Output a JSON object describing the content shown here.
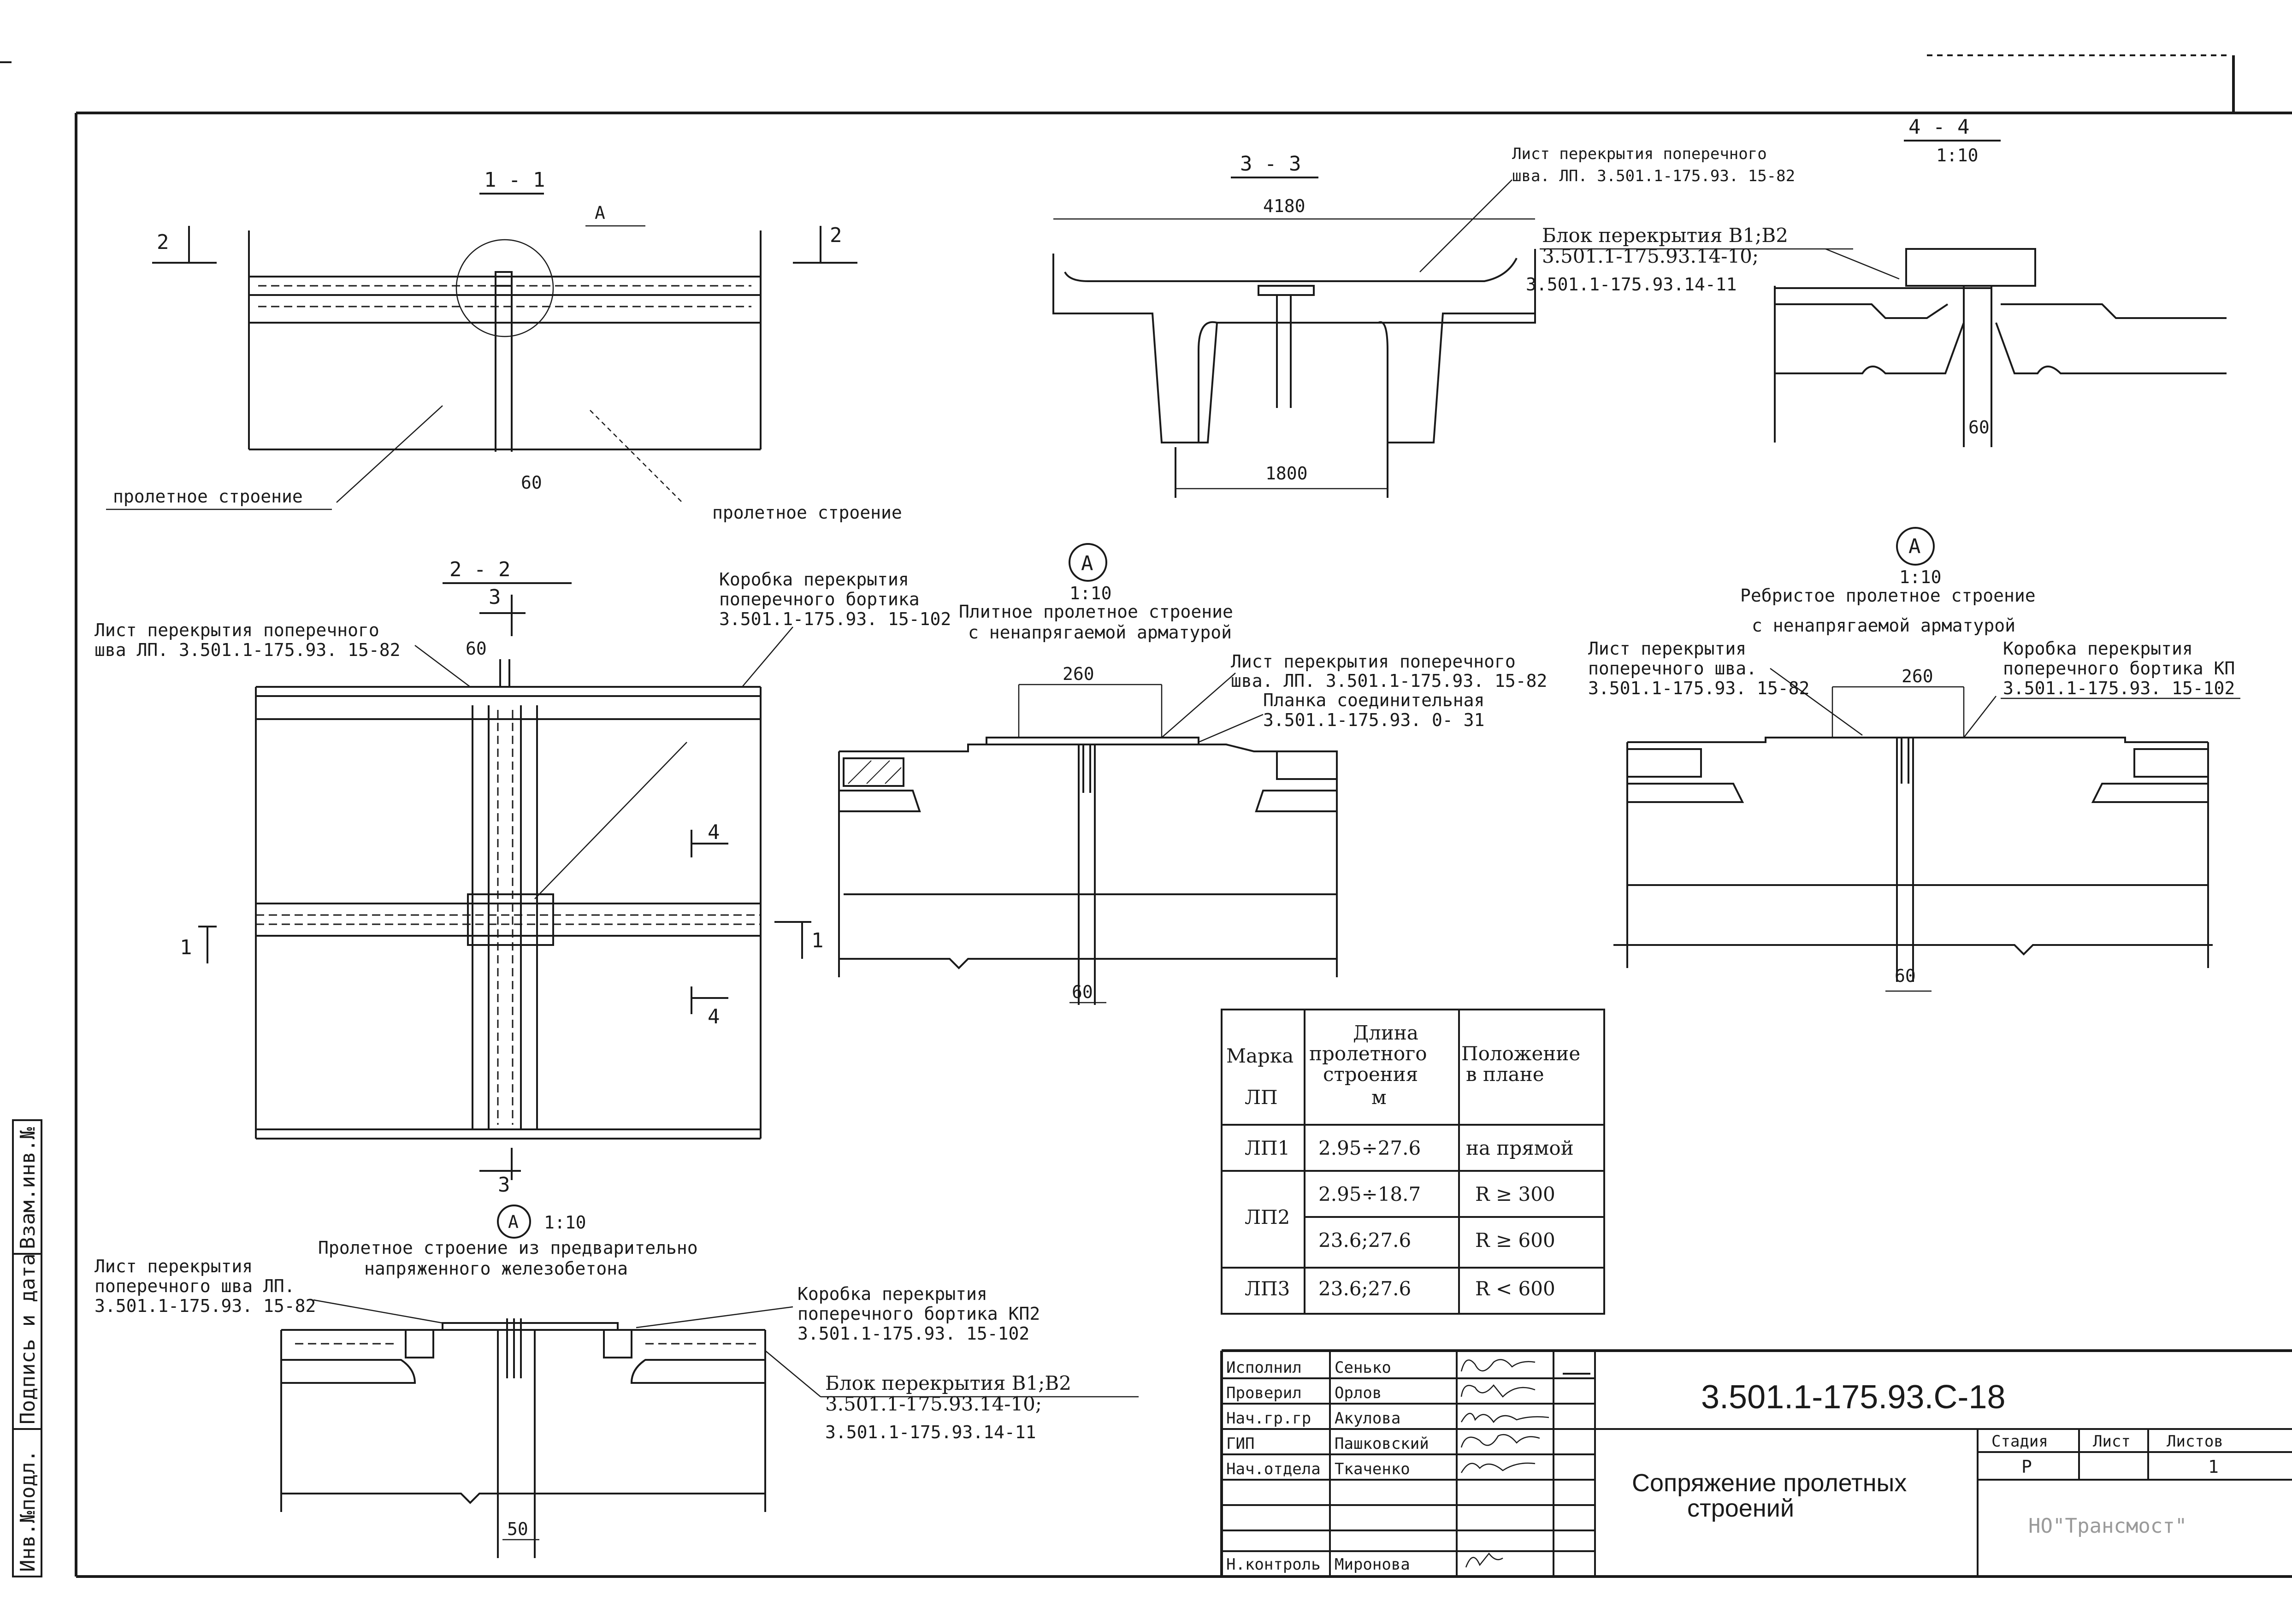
{
  "sheet_code": "3.501.1-175.93.С-18",
  "sheet_title": [
    "Сопряжение  пролетных",
    "строений"
  ],
  "stage_header": "Стадия",
  "sheet_header": "Лист",
  "sheets_header": "Листов",
  "stage": "Р",
  "sheet_no": "1",
  "sheets_total": "",
  "organization": "НО\"Трансмост\"",
  "side_stamp": [
    "Инв.№подл.",
    "Подпись и дата",
    "Взам.инв.№"
  ],
  "signatures": [
    {
      "role": "Исполнил",
      "name": "Сенько"
    },
    {
      "role": "Проверил",
      "name": "Орлов"
    },
    {
      "role": "Нач.гр.гр",
      "name": "Акулова"
    },
    {
      "role": "ГИП",
      "name": "Пашковский"
    },
    {
      "role": "Нач.отдела",
      "name": "Ткаченко"
    },
    {
      "role": "Н.контроль",
      "name": "Миронова"
    }
  ],
  "section_1_1": {
    "title": "1 - 1",
    "mark_A": "А",
    "cut_2_left": "2",
    "cut_2_right": "2",
    "dim_60": "60",
    "label_left": "пролетное строение",
    "label_right": "пролетное строение"
  },
  "section_3_3": {
    "title": "3 - 3",
    "dim_top": "4180",
    "dim_bottom": "1800",
    "note1": [
      "Лист перекрытия поперечного",
      "шва. ЛП. 3.501.1-175.93. 15-82"
    ],
    "note2": [
      "Блок перекрытия В1;В2",
      "3.501.1-175.93.14-10;",
      "3.501.1-175.93.14-11"
    ]
  },
  "section_4_4": {
    "title": "4 - 4",
    "scale": "1:10",
    "dim_60": "60"
  },
  "section_2_2": {
    "title": "2 - 2",
    "cut_3_top": "3",
    "cut_3_bottom": "3",
    "cut_1_left": "1",
    "cut_1_right": "1",
    "cut_4_top": "4",
    "cut_4_bottom": "4",
    "dim_60": "60",
    "note_left": [
      "Лист перекрытия поперечного",
      "шва ЛП. 3.501.1-175.93. 15-82"
    ],
    "note_box": [
      "Коробка перекрытия",
      "поперечного бортика",
      "3.501.1-175.93. 15-102"
    ]
  },
  "detail_A_slab": {
    "mark": "А",
    "scale": "1:10",
    "title": [
      "Плитное пролетное строение",
      "с ненапрягаемой арматурой"
    ],
    "dim_260": "260",
    "dim_60": "60",
    "note1": [
      "Лист перекрытия поперечного",
      "шва. ЛП. 3.501.1-175.93. 15-82"
    ],
    "note2": [
      "Планка соединительная",
      "3.501.1-175.93. 0- 31"
    ]
  },
  "detail_A_ribbed": {
    "mark": "А",
    "scale": "1:10",
    "title": [
      "Ребристое пролетное строение",
      "с ненапрягаемой арматурой"
    ],
    "dim_260": "260",
    "dim_60": "60",
    "note_left": [
      "Лист перекрытия",
      "поперечного шва.",
      "3.501.1-175.93. 15-82"
    ],
    "note_right": [
      "Коробка перекрытия",
      "поперечного бортика КП",
      "3.501.1-175.93. 15-102"
    ]
  },
  "detail_A_prestressed": {
    "mark": "А",
    "scale": "1:10",
    "title": [
      "Пролетное строение из предварительно",
      "напряженного железобетона"
    ],
    "dim_60": "50",
    "note_left": [
      "Лист перекрытия",
      "поперечного шва ЛП.",
      "3.501.1-175.93. 15-82"
    ],
    "note_box": [
      "Коробка перекрытия",
      "поперечного бортика КП2",
      "3.501.1-175.93. 15-102"
    ],
    "note_block": [
      "Блок перекрытия В1;В2",
      "3.501.1-175.93.14-10;",
      "3.501.1-175.93.14-11"
    ]
  },
  "table": {
    "headers": [
      "Марка",
      "Длина",
      "пролетного",
      "строения",
      "м",
      "Положение",
      "в плане",
      "ЛП"
    ],
    "rows": [
      {
        "mark": "ЛП1",
        "length": "2.95÷27.6",
        "position": "на прямой"
      },
      {
        "mark": "ЛП2",
        "length": "2.95÷18.7",
        "position": "R ≥ 300"
      },
      {
        "mark": "",
        "length": "23.6;27.6",
        "position": "R ≥ 600"
      },
      {
        "mark": "ЛП3",
        "length": "23.6;27.6",
        "position": "R < 600"
      }
    ]
  }
}
